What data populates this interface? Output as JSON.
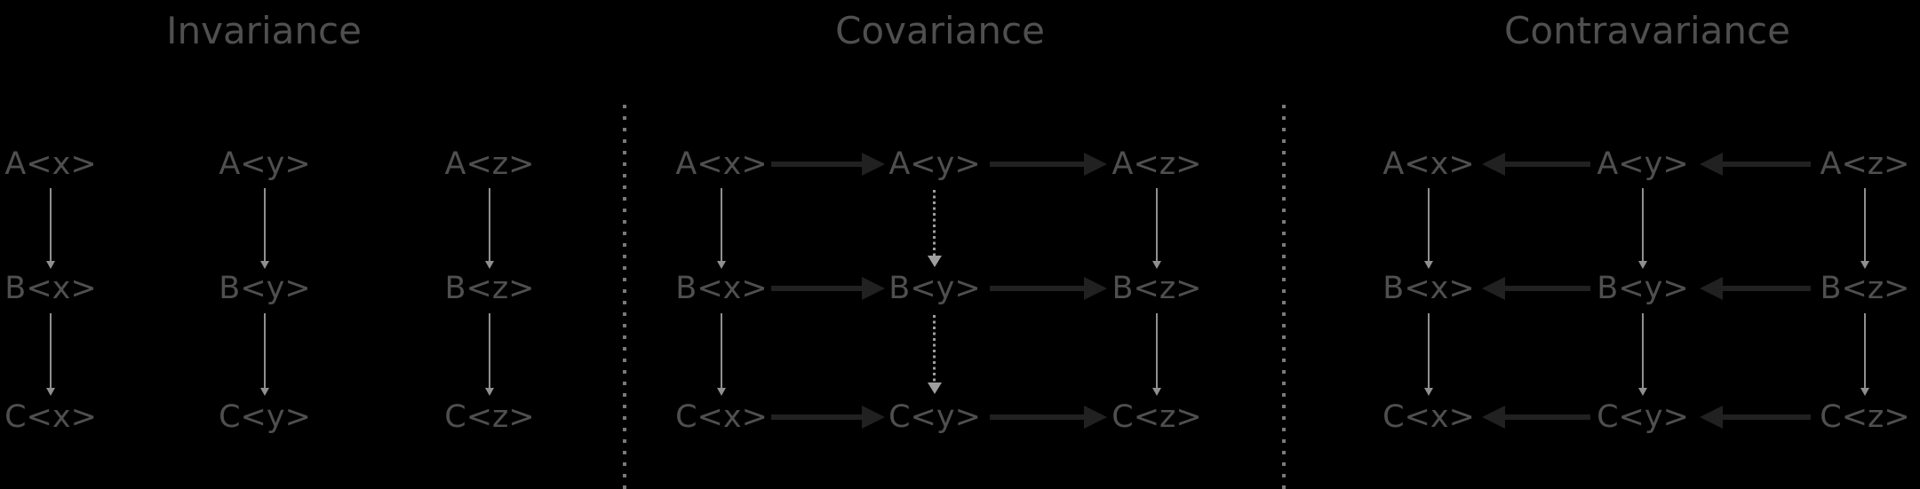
{
  "diagram": {
    "colors": {
      "background": "#000000",
      "text": "#4f4f4f",
      "strong-arrow": "#212121",
      "weak-arrow": "#8f8f8f",
      "dotted-arrow": "#9e9e9e",
      "divider": "#7a7a7a"
    },
    "panels": [
      {
        "title": "Invariance",
        "horizontal_arrows": "none",
        "vertical_arrows": "solid",
        "rows": [
          [
            "A<x>",
            "A<y>",
            "A<z>"
          ],
          [
            "B<x>",
            "B<y>",
            "B<z>"
          ],
          [
            "C<x>",
            "C<y>",
            "C<z>"
          ]
        ]
      },
      {
        "title": "Covariance",
        "horizontal_arrows": "right",
        "vertical_arrows": "solid outer columns, dotted middle column",
        "rows": [
          [
            "A<x>",
            "A<y>",
            "A<z>"
          ],
          [
            "B<x>",
            "B<y>",
            "B<z>"
          ],
          [
            "C<x>",
            "C<y>",
            "C<z>"
          ]
        ]
      },
      {
        "title": "Contravariance",
        "horizontal_arrows": "left",
        "vertical_arrows": "solid",
        "rows": [
          [
            "A<x>",
            "A<y>",
            "A<z>"
          ],
          [
            "B<x>",
            "B<y>",
            "B<z>"
          ],
          [
            "C<x>",
            "C<y>",
            "C<z>"
          ]
        ]
      }
    ]
  }
}
